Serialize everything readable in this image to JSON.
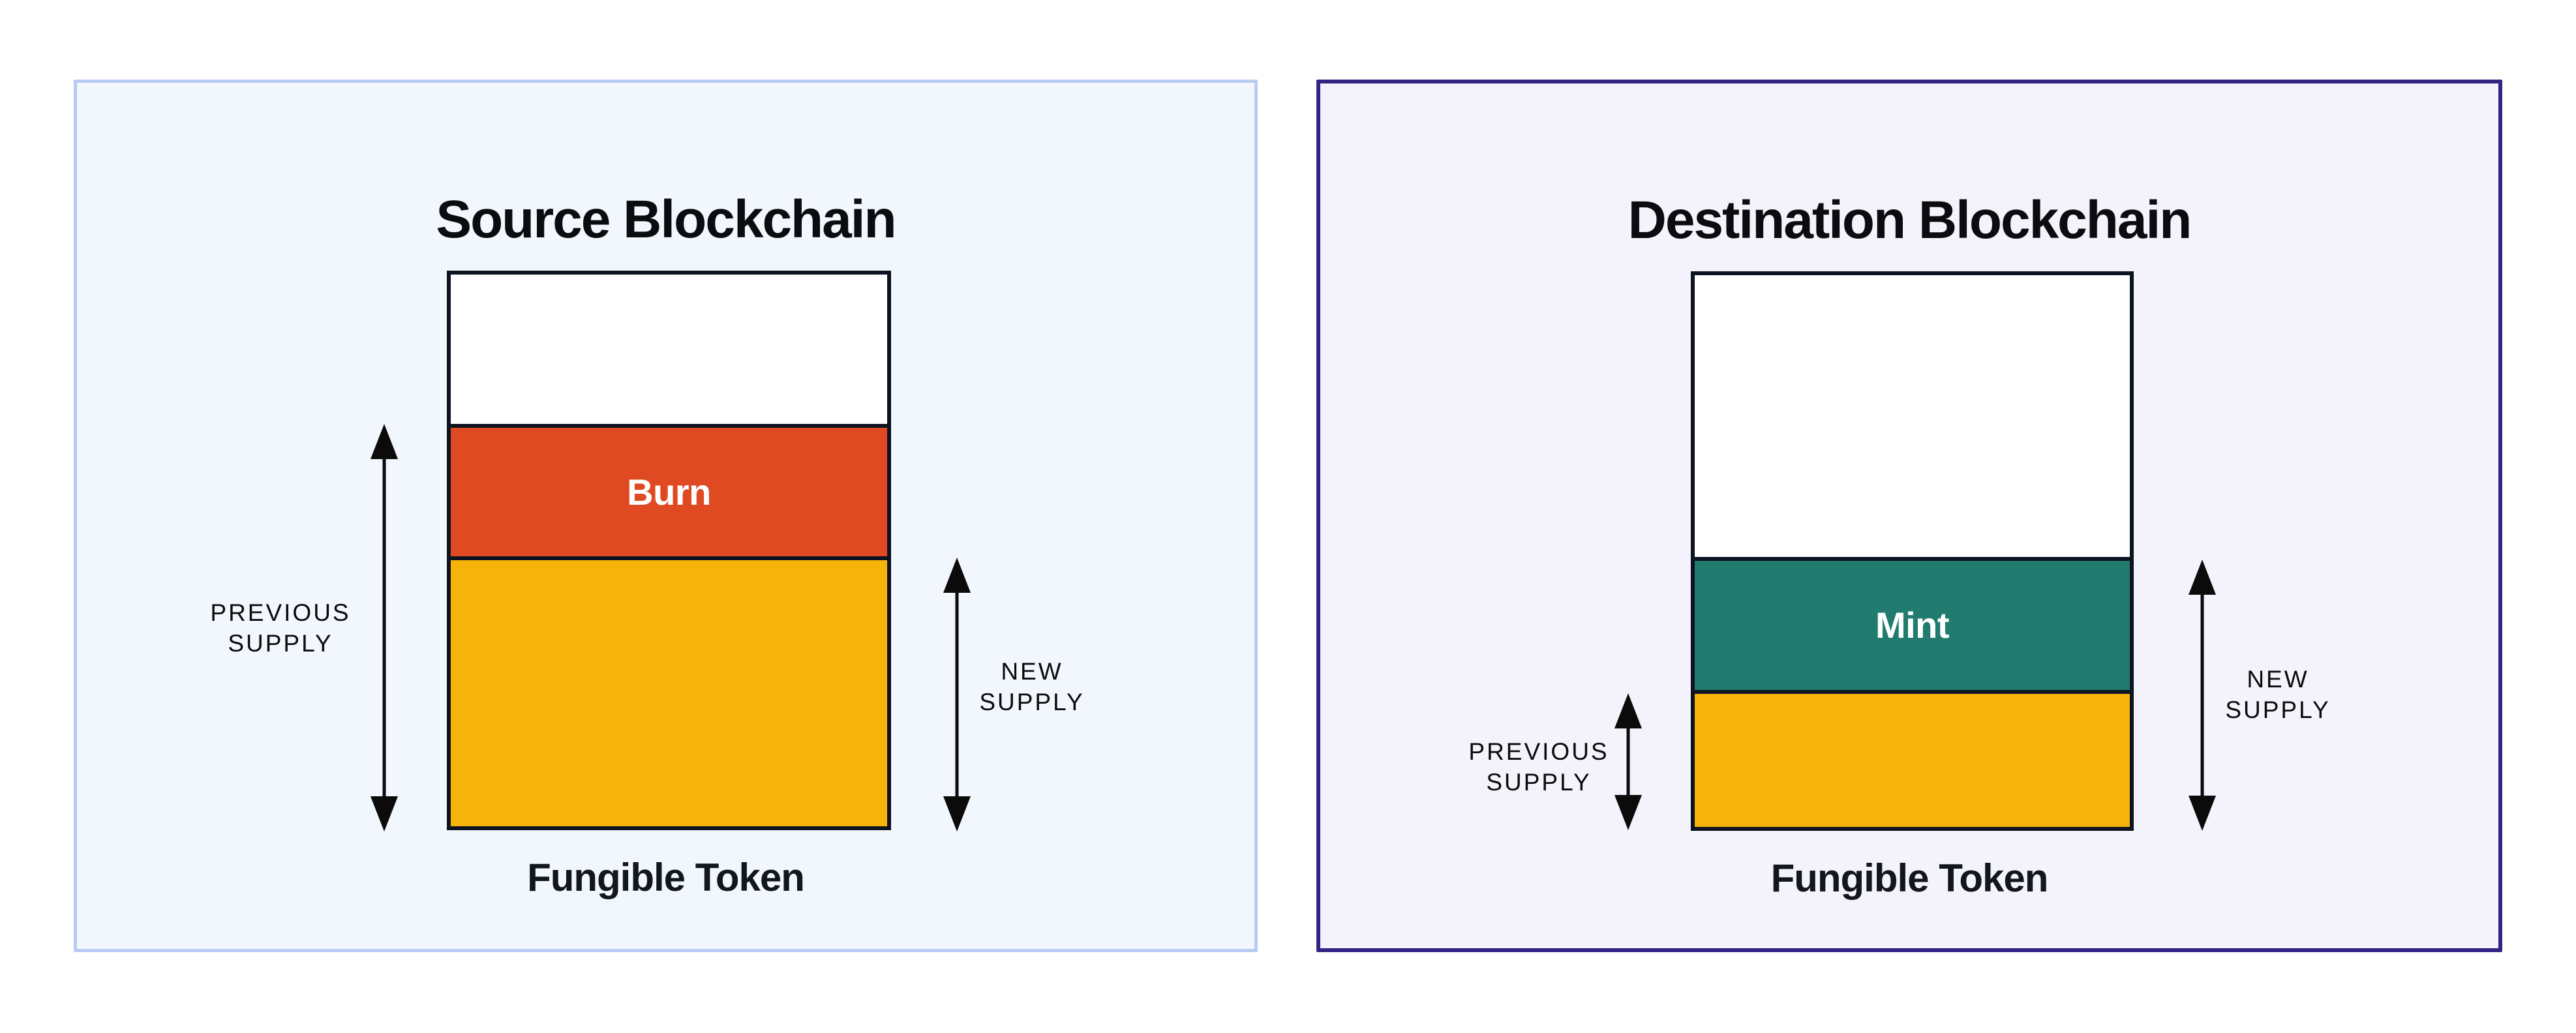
{
  "diagram": {
    "bar_border_color": "#0D1320",
    "arrow_color": "#0B0B0B",
    "panels": [
      {
        "title": "Source Blockchain",
        "background": "#F2F6FD",
        "border_color": "#B9CBF3",
        "bar": {
          "caption": "Fungible Token",
          "segments": [
            {
              "name": "headroom",
              "label": "",
              "color": "#FFFFFF",
              "height_fraction": 0.27
            },
            {
              "name": "burn",
              "label": "Burn",
              "color": "#DF4A23",
              "height_fraction": 0.24
            },
            {
              "name": "remaining-supply",
              "label": "",
              "color": "#F6B40B",
              "height_fraction": 0.49
            }
          ]
        },
        "measures": {
          "previous": {
            "label": "PREVIOUS\nSUPPLY"
          },
          "new": {
            "label": "NEW\nSUPPLY"
          }
        }
      },
      {
        "title": "Destination Blockchain",
        "background": "#F4F2FB",
        "border_color": "#342383",
        "bar": {
          "caption": "Fungible Token",
          "segments": [
            {
              "name": "headroom",
              "label": "",
              "color": "#FFFFFF",
              "height_fraction": 0.51
            },
            {
              "name": "mint",
              "label": "Mint",
              "color": "#217C6F",
              "height_fraction": 0.24
            },
            {
              "name": "previous-supply",
              "label": "",
              "color": "#F6B40B",
              "height_fraction": 0.25
            }
          ]
        },
        "measures": {
          "previous": {
            "label": "PREVIOUS\nSUPPLY"
          },
          "new": {
            "label": "NEW\nSUPPLY"
          }
        }
      }
    ]
  }
}
